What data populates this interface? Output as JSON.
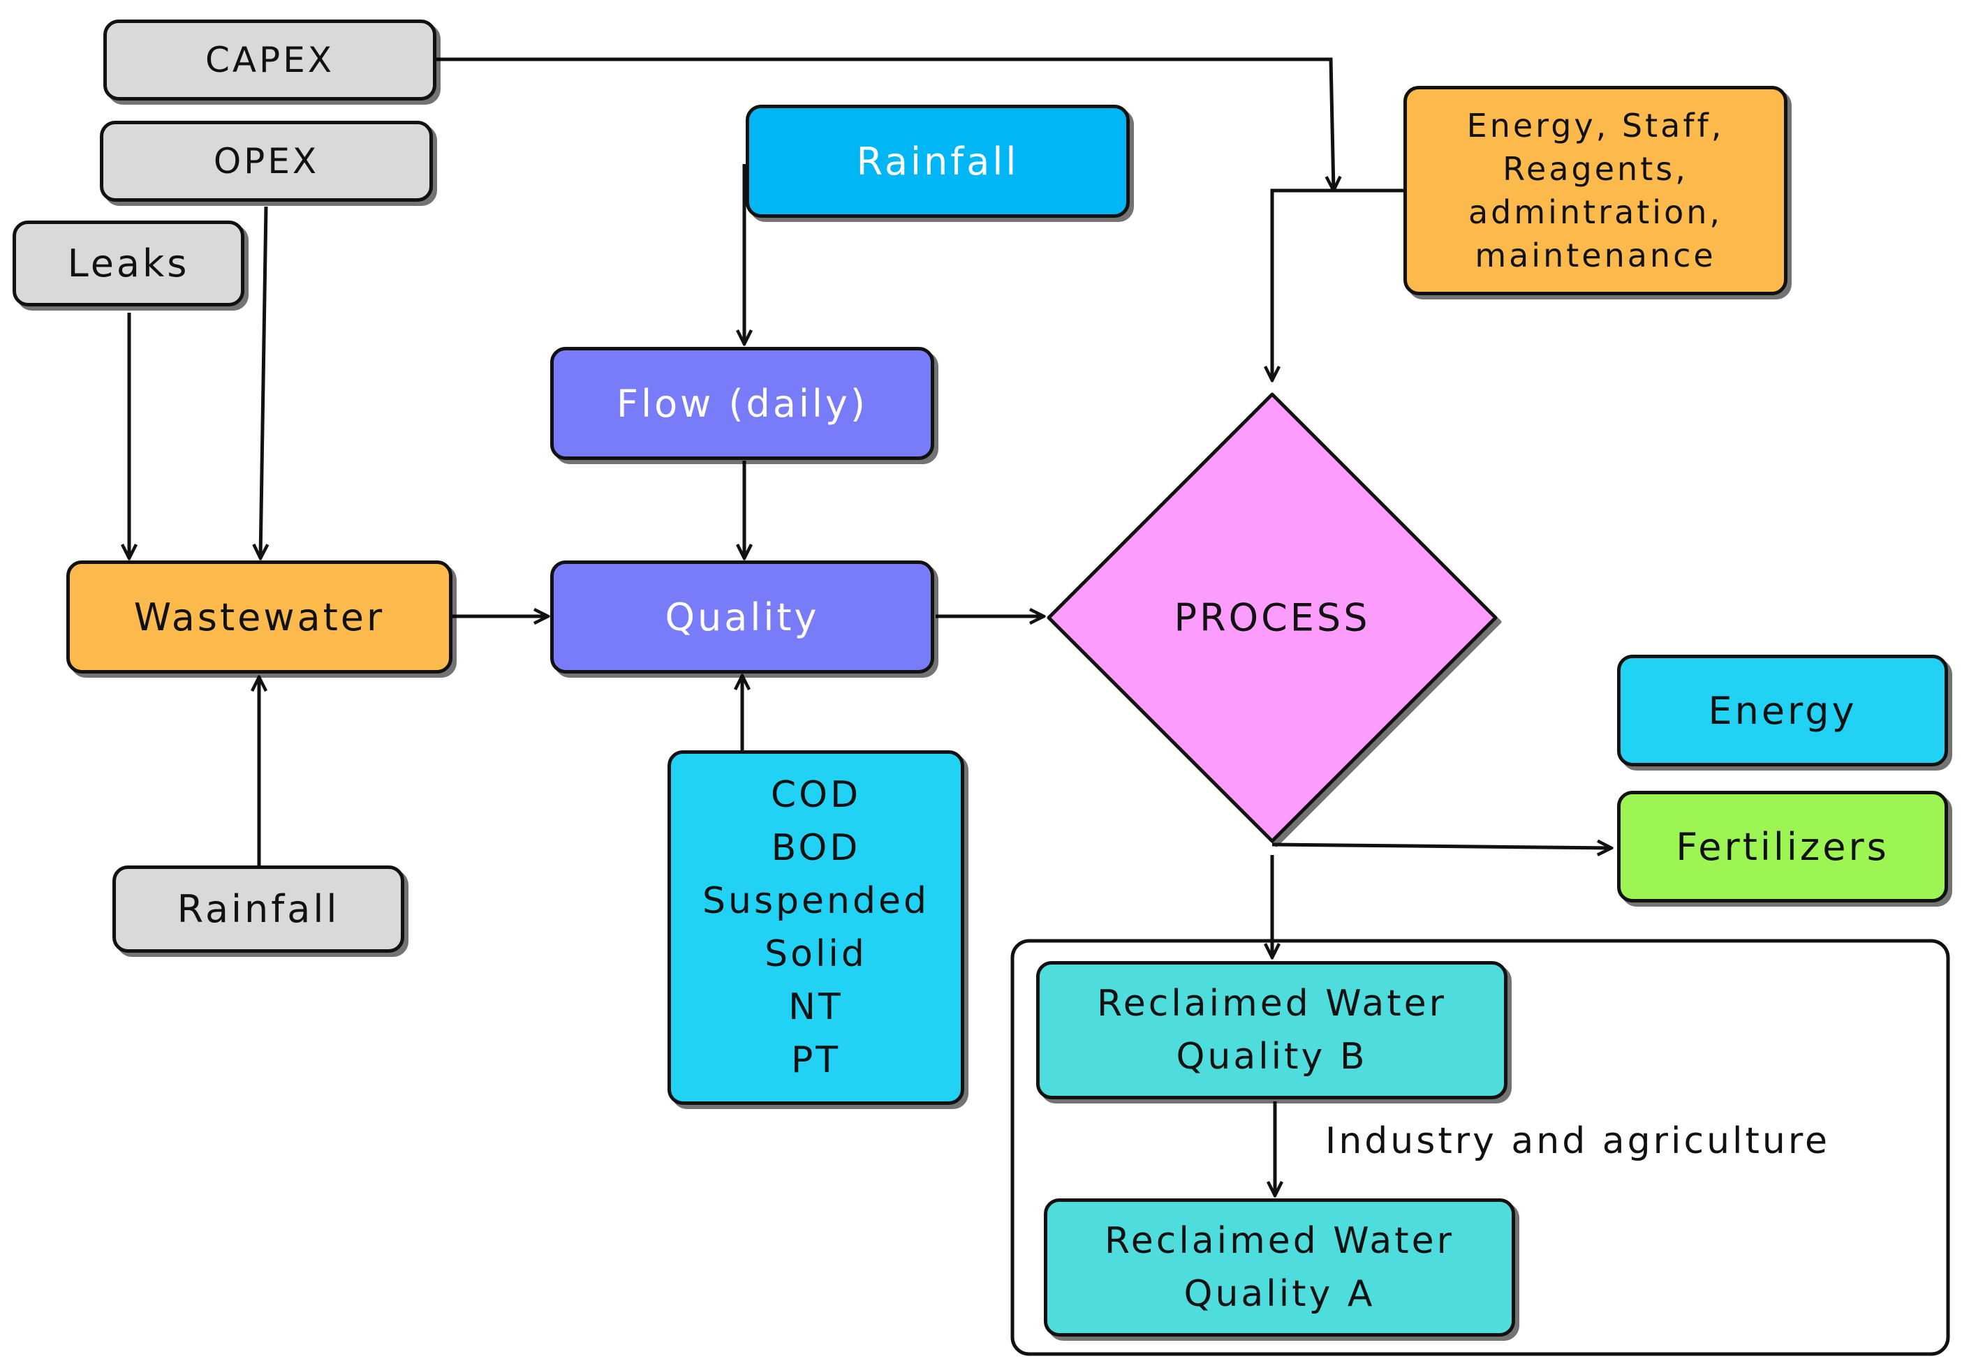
{
  "nodes": {
    "capex": "CAPEX",
    "opex": "OPEX",
    "leaks": "Leaks",
    "rainfall_top": "Rainfall",
    "costs": [
      "Energy, Staff,",
      "Reagents,",
      "admintration,",
      "maintenance"
    ],
    "flow": "Flow (daily)",
    "wastewater": "Wastewater",
    "quality": "Quality",
    "process": "PROCESS",
    "rainfall_bottom": "Rainfall",
    "parameters": [
      "COD",
      "BOD",
      "Suspended",
      "Solid",
      "NT",
      "PT"
    ],
    "energy": "Energy",
    "fertilizers": "Fertilizers",
    "reclaimed_b": [
      "Reclaimed Water",
      "Quality B"
    ],
    "reclaimed_a": [
      "Reclaimed Water",
      "Quality A"
    ]
  },
  "labels": {
    "reuse": "Industry and agriculture"
  },
  "colors": {
    "gray": "#d9d9d9",
    "orange": "#fcba4c",
    "sky_blue": "#00b6f5",
    "purple": "#787cf8",
    "cyan": "#21d2f5",
    "pink": "#fc9cfc",
    "lime": "#9cf552",
    "teal": "#4fdcdc"
  }
}
